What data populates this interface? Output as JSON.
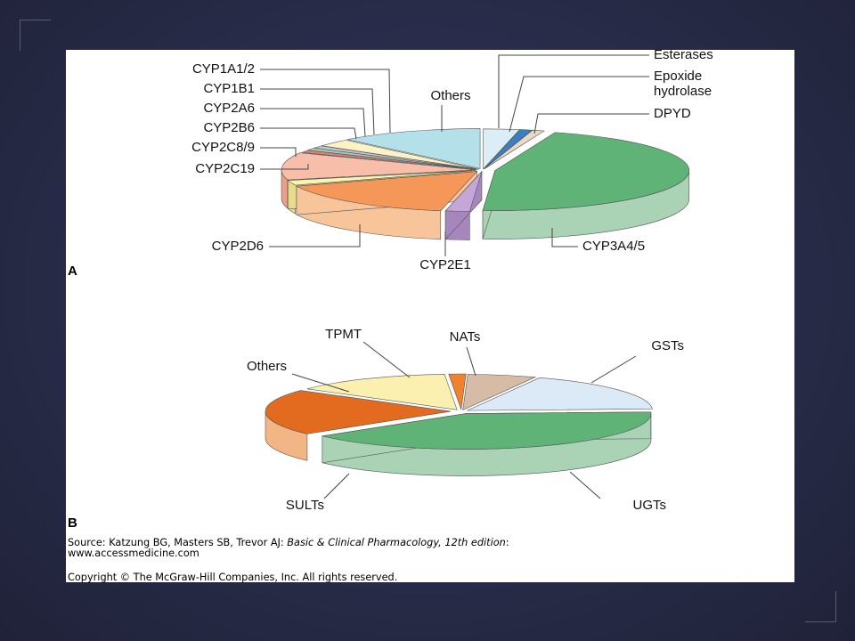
{
  "colors": {
    "slide_bg": "#282c49",
    "panel_bg": "#ffffff",
    "leader_line": "#444444",
    "text": "#111111"
  },
  "chart_data": [
    {
      "type": "pie",
      "style": "3d-exploded",
      "panel_label": "A",
      "slices": [
        {
          "label": "Esterases",
          "value": 3,
          "color": "#dbeef5",
          "side": "#a9c9d6"
        },
        {
          "label": "Epoxide\nhydrolase",
          "value": 1,
          "color": "#3a7fc2",
          "side": "#275a8a"
        },
        {
          "label": "DPYD",
          "value": 1,
          "color": "#ead7c4",
          "side": "#c8b29a"
        },
        {
          "label": "CYP3A4/5",
          "value": 46,
          "color": "#5fb377",
          "side": "#a9d3b4"
        },
        {
          "label": "CYP2E1",
          "value": 2,
          "color": "#c4a7d8",
          "side": "#a587bd"
        },
        {
          "label": "CYP2D6",
          "value": 16,
          "color": "#f59758",
          "side": "#f8c59b"
        },
        {
          "label": "CYP2C19",
          "value": 2,
          "color": "#fbf3b2",
          "side": "#e8dc8a"
        },
        {
          "label": "CYP2C8/9",
          "value": 11,
          "color": "#f7bfaa",
          "side": "#ec9f88"
        },
        {
          "label": "CYP2B6",
          "value": 1,
          "color": "#e08080",
          "side": "#b95f5f"
        },
        {
          "label": "CYP2A6",
          "value": 1,
          "color": "#9fd1a6",
          "side": "#78ad80"
        },
        {
          "label": "CYP1B1",
          "value": 1,
          "color": "#c9c1e2",
          "side": "#a59cc3"
        },
        {
          "label": "CYP1A1/2",
          "value": 3,
          "color": "#fbf3c4",
          "side": "#e6da9d"
        },
        {
          "label": "Others",
          "value": 12,
          "color": "#b4e0ea",
          "side": "#8fc2ce"
        }
      ]
    },
    {
      "type": "pie",
      "style": "3d-exploded",
      "panel_label": "B",
      "slices": [
        {
          "label": "GSTs",
          "value": 18,
          "color": "#dbeaf6",
          "side": "#b2cbe0"
        },
        {
          "label": "UGTs",
          "value": 40,
          "color": "#5fb377",
          "side": "#a9d3b4"
        },
        {
          "label": "SULTs",
          "value": 21,
          "color": "#e26b1f",
          "side": "#f2b584"
        },
        {
          "label": "Others",
          "value": 14,
          "color": "#fcf0b0",
          "side": "#e6d686"
        },
        {
          "label": "TPMT",
          "value": 1.5,
          "color": "#f0822d",
          "side": "#c4651d"
        },
        {
          "label": "NATs",
          "value": 6,
          "color": "#d6bca6",
          "side": "#b69a85"
        }
      ]
    }
  ],
  "credits": {
    "source_prefix": "Source: Katzung BG, Masters SB, Trevor AJ: ",
    "source_title": "Basic & Clinical Pharmacology, 12th edition",
    "source_suffix": ":",
    "url": "www.accessmedicine.com",
    "copyright": "Copyright © The McGraw-Hill Companies, Inc. All rights reserved."
  }
}
